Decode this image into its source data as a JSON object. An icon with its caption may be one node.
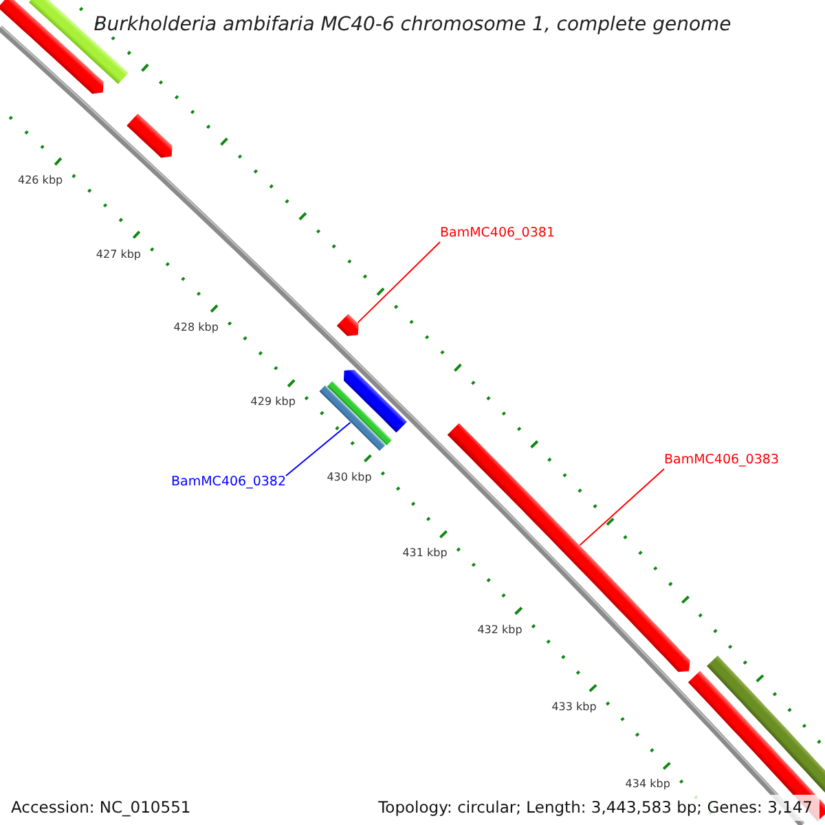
{
  "diagram": {
    "title": "Burkholderia ambifaria MC40-6 chromosome 1, complete genome",
    "nodes": [
      {
        "text": [],
        "shape": "arrow"
      },
      {
        "text": [],
        "shape": "bar"
      },
      {
        "text": [],
        "shape": "arrow"
      },
      {
        "text": [
          "BamMC406_0381"
        ]
      },
      {
        "text": [],
        "shape": "arrow"
      },
      {
        "text": [],
        "shape": "arrow"
      },
      {
        "text": [],
        "shape": "bar"
      },
      {
        "text": [],
        "shape": "bar"
      },
      {
        "text": [],
        "shape": "arrow"
      },
      {
        "text": [
          "BamMC406_0383"
        ]
      },
      {
        "text": [
          "BamMC406_0382"
        ]
      },
      {
        "text": [],
        "shape": "bar"
      },
      {
        "text": [],
        "shape": "bar"
      }
    ],
    "edges": [
      {
        "from": 3,
        "to": 4,
        "arrow": "none"
      },
      {
        "from": 10,
        "to": 7,
        "arrow": "none",
        "color": "#0000ff"
      },
      {
        "from": 9,
        "to": 8,
        "arrow": "none"
      }
    ],
    "labels": [
      "426 kbp",
      "427 kbp",
      "428 kbp",
      "429 kbp",
      "430 kbp",
      "431 kbp",
      "432 kbp",
      "433 kbp",
      "434 kbp",
      "Accession: NC_010551",
      "Topology: circular; Length: 3,443,583 bp; Genes: 3,147"
    ]
  }
}
